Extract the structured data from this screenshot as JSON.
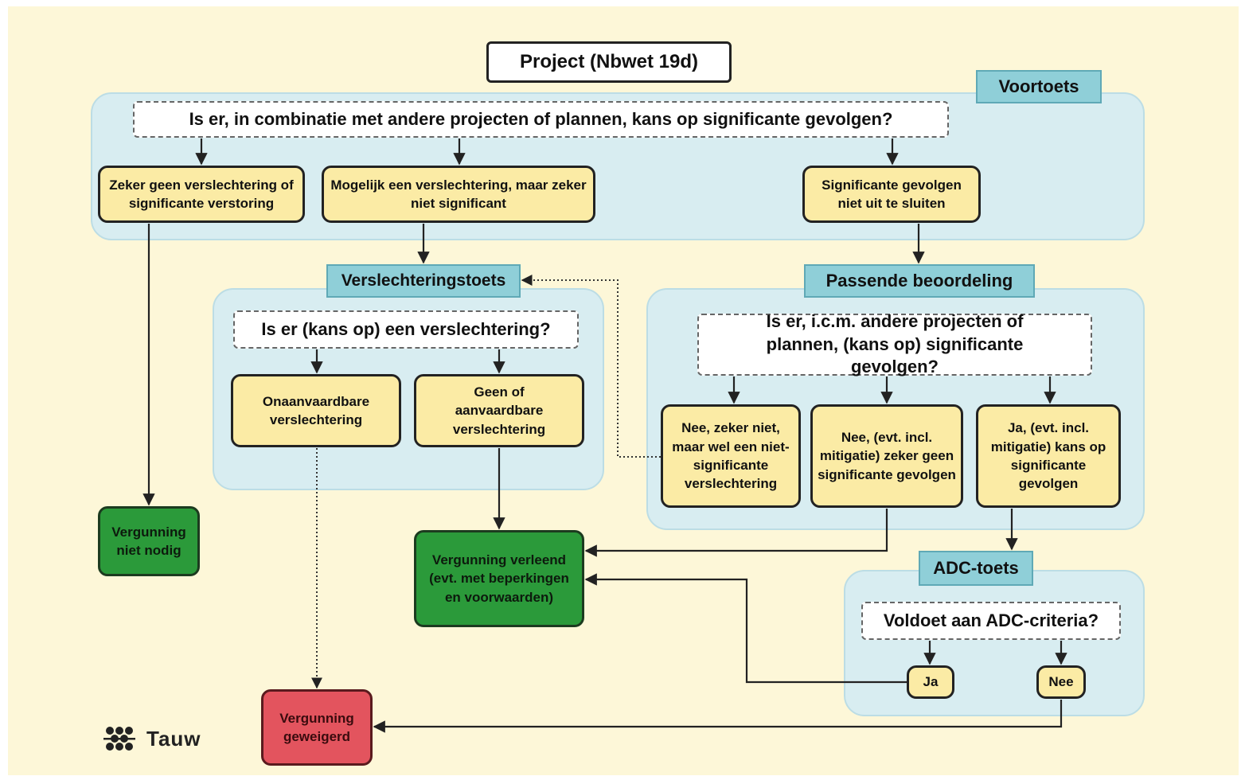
{
  "title": "Project (Nbwet 19d)",
  "voortoets": {
    "label": "Voortoets",
    "question": "Is er, in combinatie met andere projecten of plannen, kans op significante gevolgen?",
    "option_1": "Zeker geen verslechtering of significante verstoring",
    "option_2": "Mogelijk een verslechtering, maar zeker niet significant",
    "option_3": "Significante gevolgen niet uit te sluiten"
  },
  "verslechteringstoets": {
    "label": "Verslechteringstoets",
    "question": "Is er (kans op) een verslechtering?",
    "option_1": "Onaanvaardbare verslechtering",
    "option_2": "Geen of aanvaardbare verslechtering"
  },
  "passende_beoordeling": {
    "label": "Passende beoordeling",
    "question": "Is er, i.c.m. andere projecten of plannen, (kans op) significante gevolgen?",
    "option_1": "Nee, zeker niet, maar wel een niet-significante verslechtering",
    "option_2": "Nee, (evt. incl. mitigatie) zeker geen significante gevolgen",
    "option_3": "Ja, (evt. incl. mitigatie) kans op significante gevolgen"
  },
  "adc_toets": {
    "label": "ADC-toets",
    "question": "Voldoet aan ADC-criteria?",
    "yes": "Ja",
    "no": "Nee"
  },
  "outcomes": {
    "not_needed": "Vergunning niet nodig",
    "granted": "Vergunning verleend (evt. met beperkingen en voorwaarden)",
    "refused": "Vergunning geweigerd"
  },
  "logo_text": "Tauw",
  "colors": {
    "background": "#fdf7d8",
    "panel": "#d8edf1",
    "tag": "#8fcfd8",
    "decision_box": "#fbeba5",
    "granted": "#2b9a3a",
    "refused": "#e3545e"
  }
}
